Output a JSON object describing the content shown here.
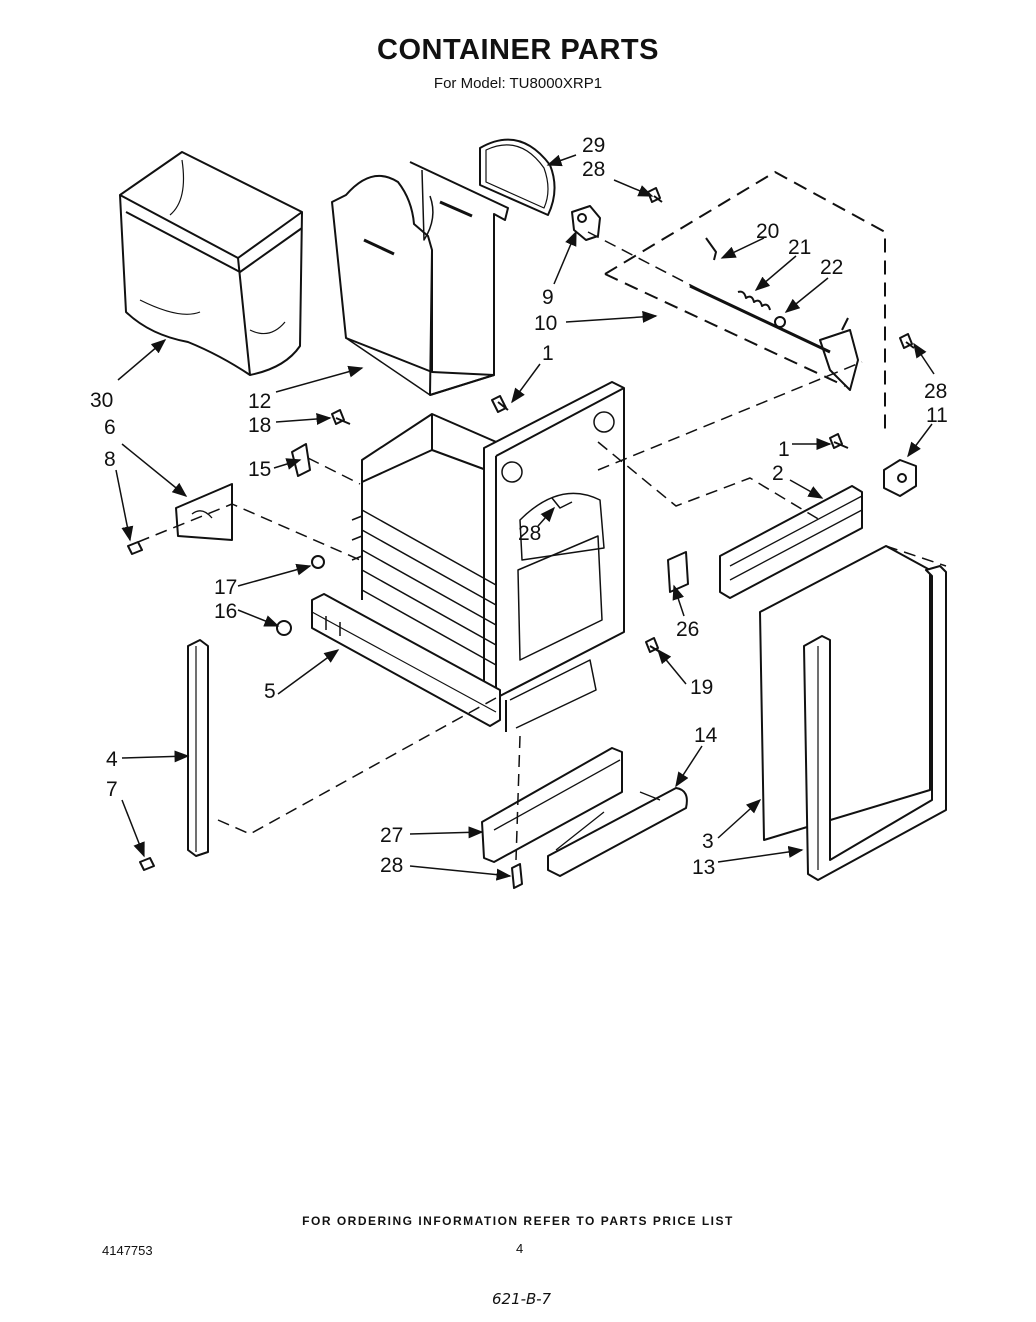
{
  "header": {
    "title": "CONTAINER PARTS",
    "subtitle": "For Model: TU8000XRP1"
  },
  "footer": {
    "notice": "FOR ORDERING INFORMATION REFER TO PARTS PRICE LIST",
    "doc_number": "4147753",
    "page_number": "4",
    "handwritten_code": "621-B-7"
  },
  "callouts": {
    "c30": "30",
    "c12": "12",
    "c29": "29",
    "c28a": "28",
    "c9": "9",
    "c20": "20",
    "c21": "21",
    "c22": "22",
    "c10": "10",
    "c1a": "1",
    "c28b": "28",
    "c11": "11",
    "c6": "6",
    "c8": "8",
    "c18": "18",
    "c15": "15",
    "c1b": "1",
    "c2": "2",
    "c28c": "28",
    "c17": "17",
    "c16": "16",
    "c26": "26",
    "c5": "5",
    "c19": "19",
    "c4": "4",
    "c7": "7",
    "c14": "14",
    "c27": "27",
    "c28d": "28",
    "c3": "3",
    "c13": "13"
  }
}
